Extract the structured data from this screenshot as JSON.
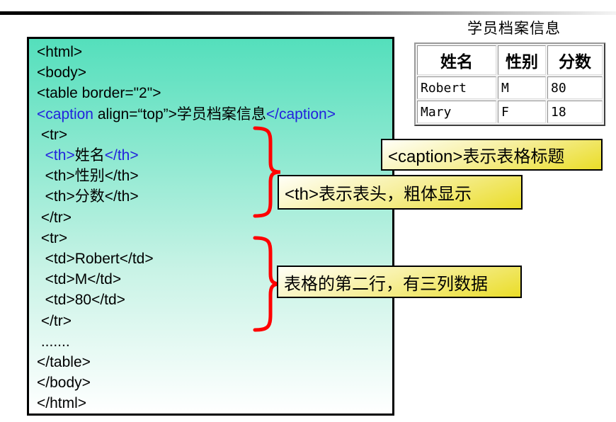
{
  "slide_title_context": "HTML table teaching slide",
  "colors": {
    "code_panel_top": "#54dfbc",
    "code_panel_bottom": "#ffffff",
    "code_text": "#000000",
    "code_blue": "#2222dd",
    "callout_yellow_top": "#fffff8",
    "callout_yellow_bottom": "#eadd28",
    "brace_red": "#ff0000"
  },
  "code_block": {
    "lines": [
      {
        "segments": [
          {
            "text": "<html>",
            "color": "black"
          }
        ]
      },
      {
        "segments": [
          {
            "text": "<body>",
            "color": "black"
          }
        ]
      },
      {
        "segments": [
          {
            "text": "<table border=\"2\">",
            "color": "black"
          }
        ]
      },
      {
        "segments": [
          {
            "text": "<caption",
            "color": "blue"
          },
          {
            "text": " align=“top”>学员档案信息",
            "color": "black"
          },
          {
            "text": "</caption>",
            "color": "blue"
          }
        ]
      },
      {
        "segments": [
          {
            "text": " <tr>",
            "color": "black"
          }
        ]
      },
      {
        "segments": [
          {
            "text": "  ",
            "color": "black"
          },
          {
            "text": "<th>",
            "color": "blue"
          },
          {
            "text": "姓名",
            "color": "black"
          },
          {
            "text": "</th>",
            "color": "blue"
          }
        ]
      },
      {
        "segments": [
          {
            "text": "  <th>性别</th>",
            "color": "black"
          }
        ]
      },
      {
        "segments": [
          {
            "text": "  <th>分数</th>",
            "color": "black"
          }
        ]
      },
      {
        "segments": [
          {
            "text": " </tr>",
            "color": "black"
          }
        ]
      },
      {
        "segments": [
          {
            "text": " <tr>",
            "color": "black"
          }
        ]
      },
      {
        "segments": [
          {
            "text": "  <td>Robert</td>",
            "color": "black"
          }
        ]
      },
      {
        "segments": [
          {
            "text": "  <td>M</td>",
            "color": "black"
          }
        ]
      },
      {
        "segments": [
          {
            "text": "  <td>80</td>",
            "color": "black"
          }
        ]
      },
      {
        "segments": [
          {
            "text": " </tr>",
            "color": "black"
          }
        ]
      },
      {
        "segments": [
          {
            "text": " .......",
            "color": "black"
          }
        ]
      },
      {
        "segments": [
          {
            "text": "</table>",
            "color": "black"
          }
        ]
      },
      {
        "segments": [
          {
            "text": "</body>",
            "color": "black"
          }
        ]
      },
      {
        "segments": [
          {
            "text": "</html>",
            "color": "black"
          }
        ]
      }
    ]
  },
  "preview": {
    "caption": "学员档案信息",
    "table": {
      "headers": [
        "姓名",
        "性别",
        "分数"
      ],
      "rows": [
        [
          "Robert",
          "M",
          "80"
        ],
        [
          "Mary",
          "F",
          "18"
        ]
      ]
    }
  },
  "callouts": [
    {
      "text": "<caption>表示表格标题"
    },
    {
      "text": "<th>表示表头，粗体显示"
    },
    {
      "text": "表格的第二行，有三列数据"
    }
  ]
}
